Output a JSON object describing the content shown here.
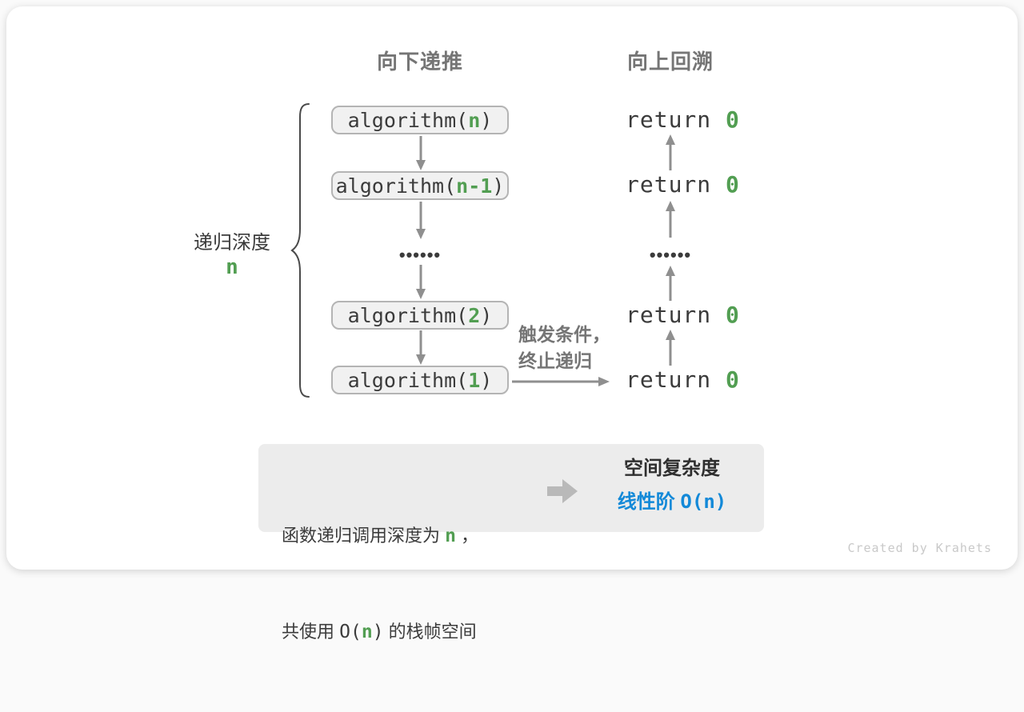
{
  "colors": {
    "green": "#529e52",
    "blue": "#1389d8",
    "header_gray": "#757575",
    "code_text": "#3b3b3b",
    "arrow_gray": "#8f8f8f",
    "box_border": "#b4b4b4",
    "box_fill": "#f1f1f1",
    "summary_bg": "#ececec",
    "big_arrow_gray": "#b9b9b9",
    "watermark_gray": "#c9c9c9"
  },
  "headers": {
    "down": "向下递推",
    "up": "向上回溯"
  },
  "depth": {
    "label": "递归深度",
    "var": "n"
  },
  "stack": {
    "dots": "••••••",
    "boxes": [
      {
        "pre": "algorithm(",
        "arg": "n",
        "post": ")"
      },
      {
        "pre": "algorithm(",
        "arg": "n-1",
        "post": ")"
      },
      {
        "pre": "algorithm(",
        "arg": "2",
        "post": ")"
      },
      {
        "pre": "algorithm(",
        "arg": "1",
        "post": ")"
      }
    ]
  },
  "returns": {
    "pre": "return ",
    "val": "0",
    "dots": "••••••"
  },
  "trigger": {
    "line1": "触发条件，",
    "line2": "终止递归"
  },
  "summary": {
    "left": {
      "l1_pre": "函数递归调用深度为 ",
      "l1_var": "n",
      "l1_post": " ，",
      "l2_pre": "共使用 ",
      "l2_code_open": "O(",
      "l2_var": "n",
      "l2_code_close": ")",
      "l2_post": " 的栈帧空间"
    },
    "right": {
      "title": "空间复杂度",
      "label": "线性阶 ",
      "code_open": "O(",
      "var": "n",
      "code_close": ")"
    }
  },
  "watermark": "Created by Krahets"
}
